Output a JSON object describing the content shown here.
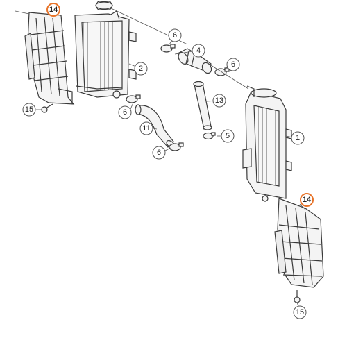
{
  "colors": {
    "outline": "#3a3a3a",
    "part_fill": "#f4f4f4",
    "leader": "#555555",
    "callout_highlight": "#e8742a",
    "callout_normal": "#555555"
  },
  "callouts": {
    "shroud_left": "14",
    "radiator_left": "2",
    "clamp_top": "6",
    "hose_connector": "4",
    "clamp_right": "6",
    "hose_straight": "13",
    "radiator_right": "1",
    "clamp_lower_left": "6",
    "hose_curved": "11",
    "clamp_bottom": "6",
    "clamp_small": "5",
    "screw_left": "15",
    "shroud_right": "14",
    "screw_right": "15"
  }
}
